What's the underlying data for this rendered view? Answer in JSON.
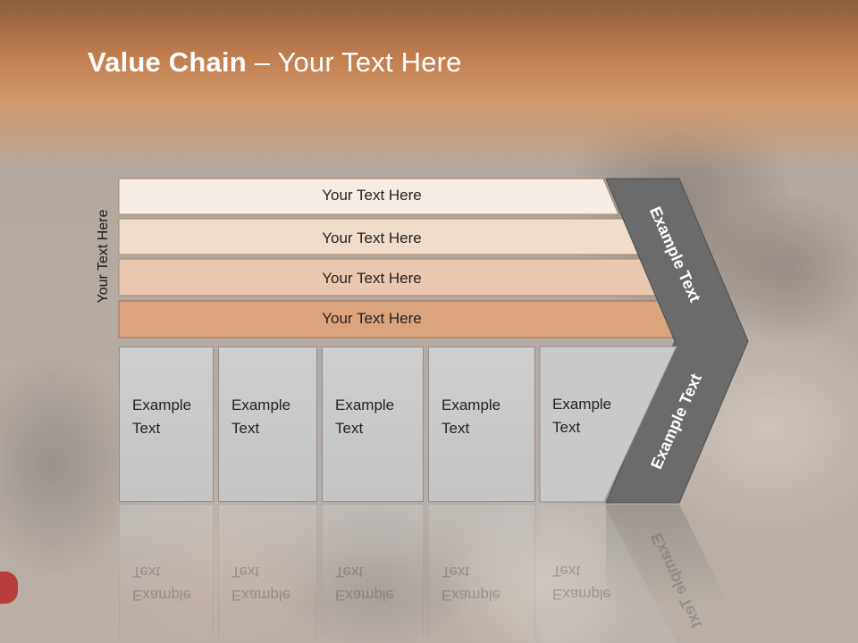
{
  "slide": {
    "title_bold": "Value Chain",
    "title_rest": " – Your Text Here",
    "side_label": "Your Text Here",
    "rows": [
      {
        "label": "Your Text Here"
      },
      {
        "label": "Your Text Here"
      },
      {
        "label": "Your Text Here"
      },
      {
        "label": "Your Text Here"
      }
    ],
    "boxes": [
      {
        "text": "Example\nText"
      },
      {
        "text": "Example\nText"
      },
      {
        "text": "Example\nText"
      },
      {
        "text": "Example\nText"
      },
      {
        "text": "Example\nText"
      }
    ],
    "chevron_upper_text": "Example Text",
    "chevron_lower_text": "Example Text"
  },
  "colors": {
    "row_1": "#f6ede6",
    "row_2": "#f0dccb",
    "row_3": "#eac8af",
    "row_4": "#dca47c",
    "chevron": "#6b6b6b",
    "title_band": "#c27f50"
  }
}
